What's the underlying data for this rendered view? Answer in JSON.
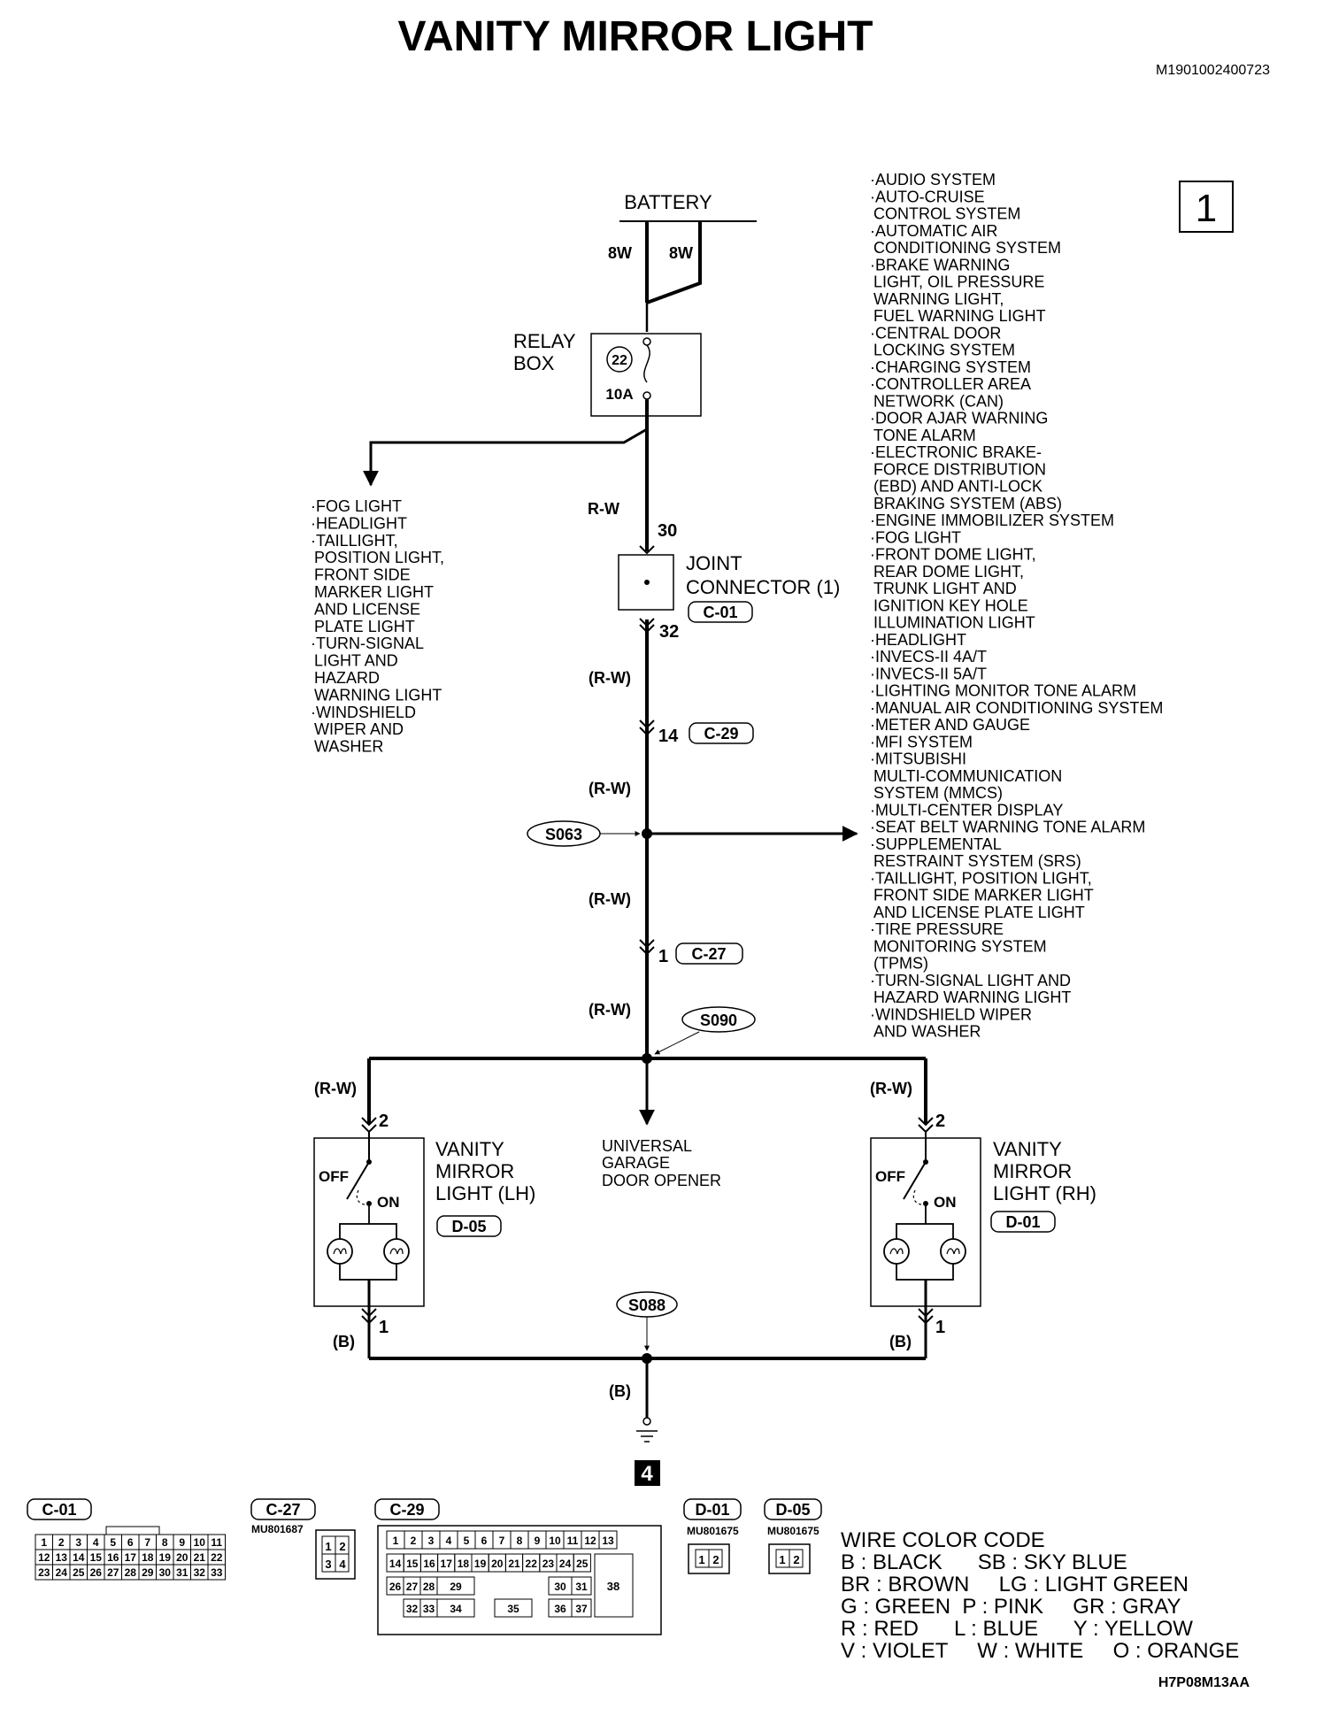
{
  "header": {
    "title": "VANITY MIRROR LIGHT",
    "doc_id": "M1901002400723",
    "page_index": "1",
    "figure_code": "H7P08M13AA"
  },
  "battery": {
    "label": "BATTERY",
    "wire_left": "8W",
    "wire_right": "8W"
  },
  "relay_box": {
    "label_line1": "RELAY",
    "label_line2": "BOX",
    "fuse_no": "22",
    "rating": "10A"
  },
  "left_branch": [
    "·FOG LIGHT",
    "·HEADLIGHT",
    "·TAILLIGHT,",
    "POSITION LIGHT,",
    "FRONT SIDE",
    "MARKER LIGHT",
    "AND LICENSE",
    "PLATE LIGHT",
    "·TURN-SIGNAL",
    "LIGHT AND",
    "HAZARD",
    "WARNING LIGHT",
    "·WINDSHIELD",
    "WIPER AND",
    "WASHER"
  ],
  "right_branch": [
    "·AUDIO SYSTEM",
    "·AUTO-CRUISE",
    "CONTROL SYSTEM",
    "·AUTOMATIC AIR",
    "CONDITIONING SYSTEM",
    "·BRAKE WARNING",
    "LIGHT, OIL PRESSURE",
    "WARNING LIGHT,",
    "FUEL WARNING LIGHT",
    "·CENTRAL DOOR",
    "LOCKING SYSTEM",
    "·CHARGING SYSTEM",
    "·CONTROLLER AREA",
    "NETWORK (CAN)",
    "·DOOR AJAR WARNING",
    "TONE ALARM",
    "·ELECTRONIC BRAKE-",
    "FORCE DISTRIBUTION",
    "(EBD) AND ANTI-LOCK",
    "BRAKING SYSTEM (ABS)",
    "·ENGINE IMMOBILIZER SYSTEM",
    "·FOG LIGHT",
    "·FRONT DOME LIGHT,",
    "REAR DOME LIGHT,",
    "TRUNK LIGHT AND",
    "IGNITION KEY HOLE",
    "ILLUMINATION LIGHT",
    "·HEADLIGHT",
    "·INVECS-II 4A/T",
    "·INVECS-II 5A/T",
    "·LIGHTING MONITOR TONE ALARM",
    "·MANUAL AIR CONDITIONING SYSTEM",
    "·METER AND GAUGE",
    "·MFI SYSTEM",
    "·MITSUBISHI",
    "MULTI-COMMUNICATION",
    "SYSTEM (MMCS)",
    "·MULTI-CENTER DISPLAY",
    "·SEAT BELT WARNING TONE ALARM",
    "·SUPPLEMENTAL",
    "RESTRAINT SYSTEM (SRS)",
    "·TAILLIGHT, POSITION LIGHT,",
    "FRONT SIDE MARKER LIGHT",
    "AND LICENSE PLATE LIGHT",
    "·TIRE PRESSURE",
    "MONITORING SYSTEM",
    "(TPMS)",
    "·TURN-SIGNAL LIGHT AND",
    "HAZARD WARNING LIGHT",
    "·WINDSHIELD WIPER",
    "AND WASHER"
  ],
  "wires": {
    "rw": "R-W",
    "rw_paren": "(R-W)",
    "b_paren": "(B)"
  },
  "joint_connector": {
    "label_line1": "JOINT",
    "label_line2": "CONNECTOR (1)",
    "code": "C-01",
    "pin_in": "30",
    "pin_out": "32"
  },
  "connectors": {
    "c29_pin": "14",
    "c29_code": "C-29",
    "c27_pin": "1",
    "c27_code": "C-27"
  },
  "splices": {
    "s063": "S063",
    "s090": "S090",
    "s088": "S088"
  },
  "garage_opener": [
    "UNIVERSAL",
    "GARAGE",
    "DOOR OPENER"
  ],
  "vanity_lh": {
    "label": [
      "VANITY",
      "MIRROR",
      "LIGHT (LH)"
    ],
    "code": "D-05",
    "pin_top": "2",
    "pin_bottom": "1",
    "off": "OFF",
    "on": "ON"
  },
  "vanity_rh": {
    "label": [
      "VANITY",
      "MIRROR",
      "LIGHT (RH)"
    ],
    "code": "D-01",
    "pin_top": "2",
    "pin_bottom": "1",
    "off": "OFF",
    "on": "ON"
  },
  "ground": {
    "number": "4"
  },
  "connector_views": {
    "c01": {
      "code": "C-01",
      "rows": [
        [
          "1",
          "2",
          "3",
          "4",
          "5",
          "6",
          "7",
          "8",
          "9",
          "10",
          "11"
        ],
        [
          "12",
          "13",
          "14",
          "15",
          "16",
          "17",
          "18",
          "19",
          "20",
          "21",
          "22"
        ],
        [
          "23",
          "24",
          "25",
          "26",
          "27",
          "28",
          "29",
          "30",
          "31",
          "32",
          "33"
        ]
      ]
    },
    "c27": {
      "code": "C-27",
      "part": "MU801687",
      "pins": [
        "1",
        "2",
        "3",
        "4"
      ]
    },
    "c29": {
      "code": "C-29",
      "row1": [
        "1",
        "2",
        "3",
        "4",
        "5",
        "6",
        "7",
        "8",
        "9",
        "10",
        "11",
        "12",
        "13"
      ],
      "row2": [
        "14",
        "15",
        "16",
        "17",
        "18",
        "19",
        "20",
        "21",
        "22",
        "23",
        "24",
        "25"
      ],
      "row3": [
        "26",
        "27",
        "28",
        "29",
        "30",
        "31"
      ],
      "row4": [
        "32",
        "33",
        "34",
        "35",
        "36",
        "37"
      ],
      "big": "38"
    },
    "d01": {
      "code": "D-01",
      "part": "MU801675",
      "pins": [
        "1",
        "2"
      ]
    },
    "d05": {
      "code": "D-05",
      "part": "MU801675",
      "pins": [
        "1",
        "2"
      ]
    }
  },
  "wire_color_code": {
    "title": "WIRE COLOR CODE",
    "lines": [
      "B : BLACK      SB : SKY BLUE",
      "BR : BROWN     LG : LIGHT GREEN",
      "G : GREEN  P : PINK     GR : GRAY",
      "R : RED      L : BLUE      Y : YELLOW",
      "V : VIOLET     W : WHITE     O : ORANGE"
    ]
  }
}
